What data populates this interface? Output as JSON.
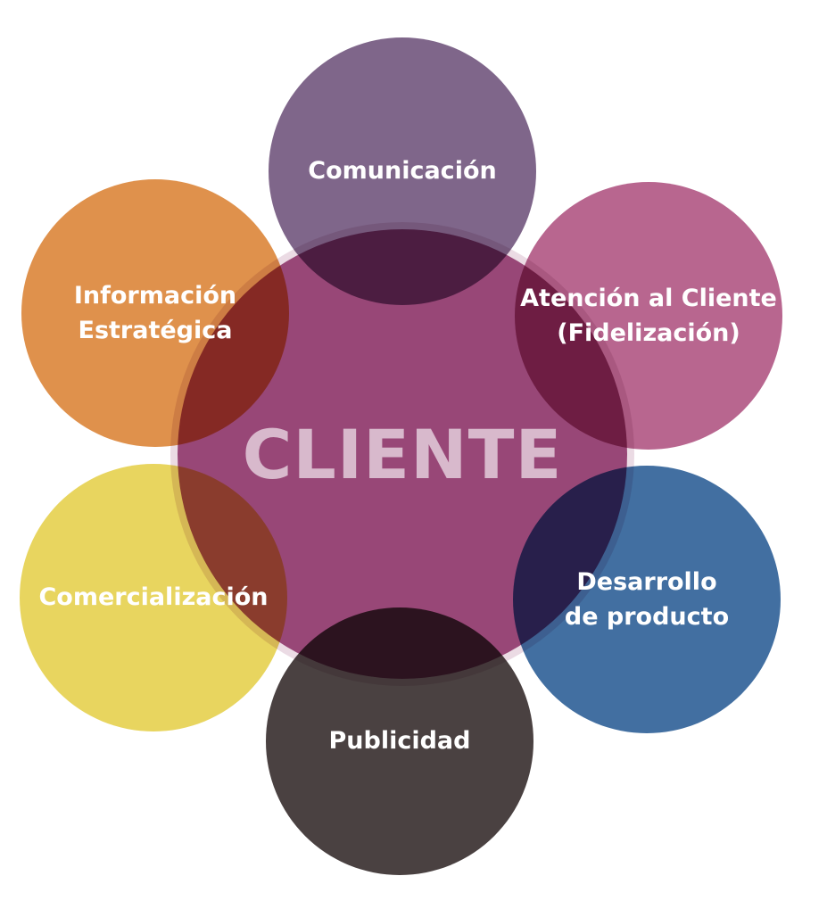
{
  "diagram": {
    "center": {
      "label": "CLIENTE",
      "color": "#8f376b"
    },
    "nodes": [
      {
        "label": "Comunicación",
        "color": "#7f668a"
      },
      {
        "label": "Atención al Cliente\n(Fidelización)",
        "color": "#b8668f"
      },
      {
        "label": "Desarrollo\nde producto",
        "color": "#426fa1"
      },
      {
        "label": "Publicidad",
        "color": "#4a4141"
      },
      {
        "label": "Comercialización",
        "color": "#e8d55f"
      },
      {
        "label": "Información\nEstratégica",
        "color": "#df914c"
      }
    ]
  }
}
